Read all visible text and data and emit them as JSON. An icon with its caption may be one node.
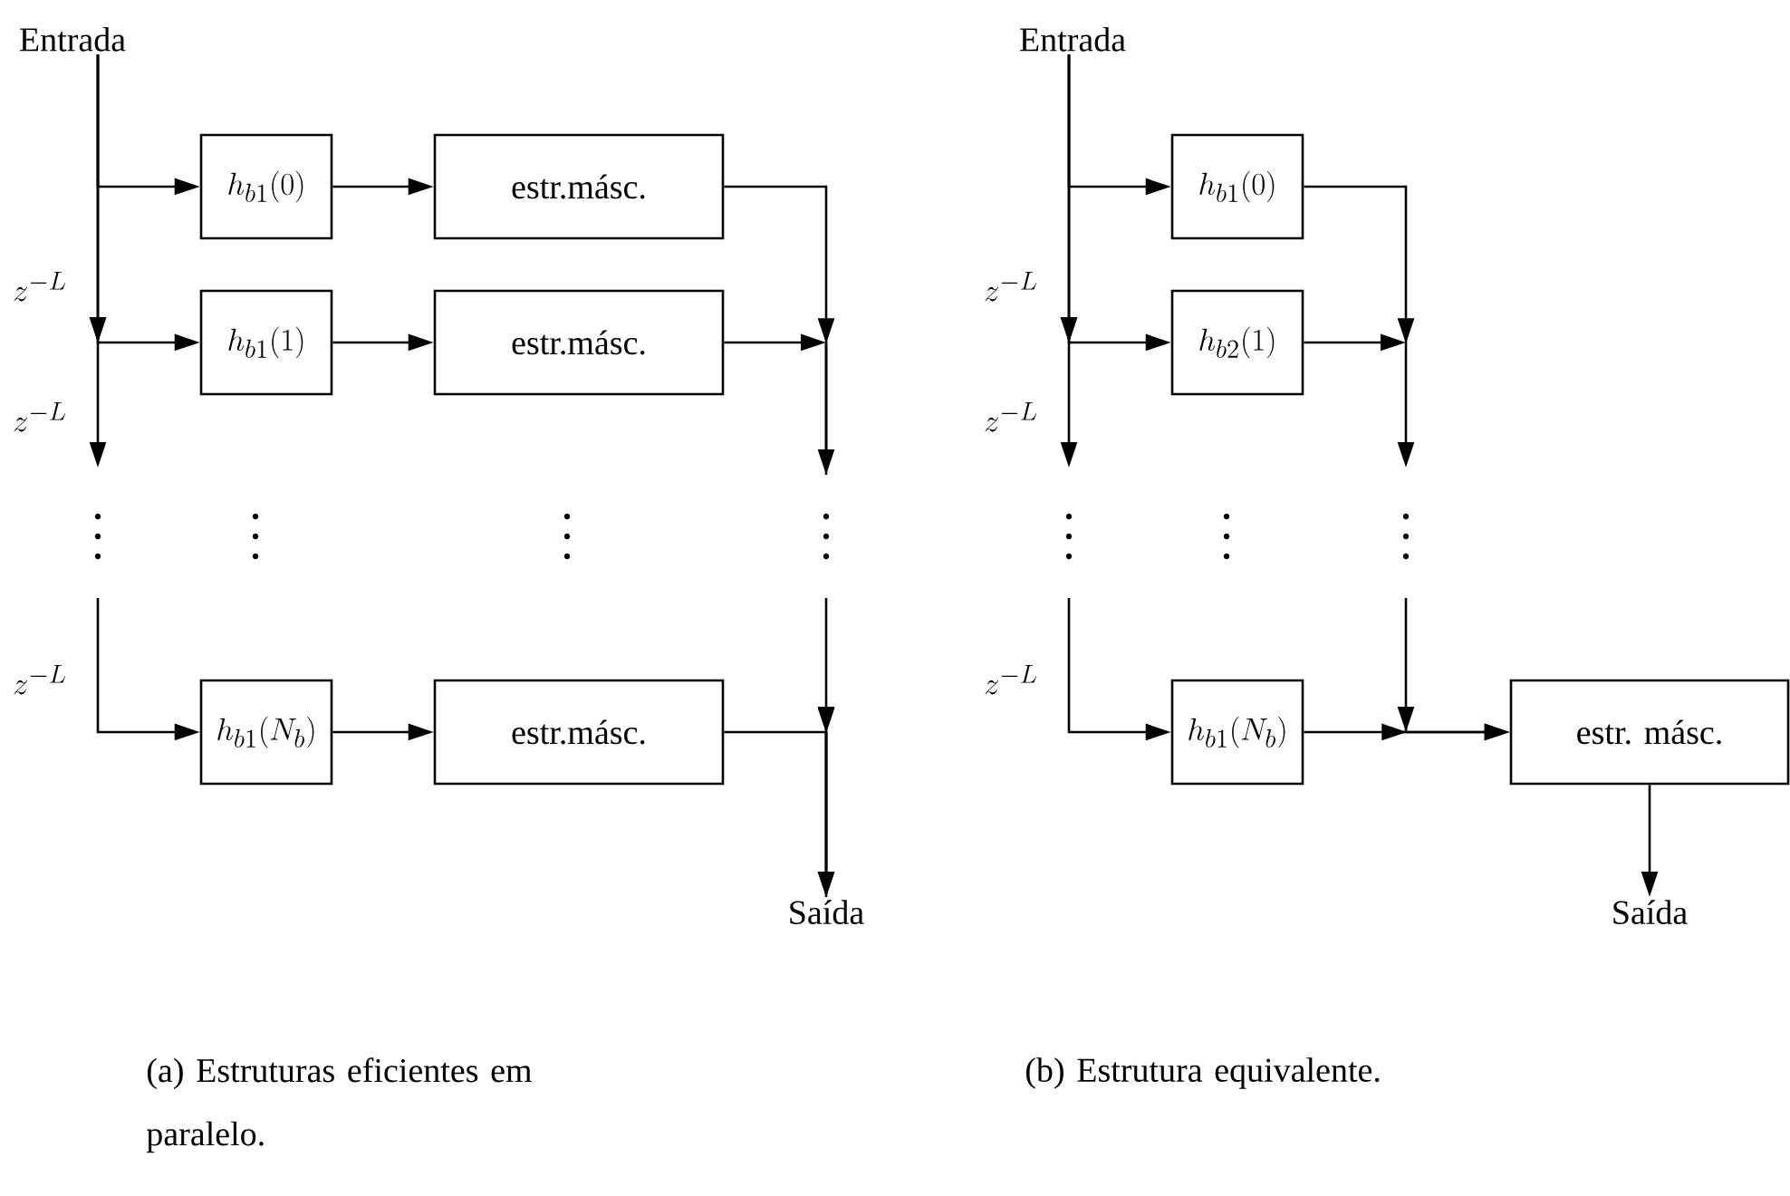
{
  "diagram": {
    "nodes": [
      {
        "text": [
          "Entrada"
        ]
      },
      {
        "text": [
          "h_{b1}(0)"
        ]
      },
      {
        "text": [
          "estr.másc."
        ]
      },
      {
        "text": [
          "h_{b1}(1)"
        ]
      },
      {
        "text": [
          "estr.másc."
        ]
      },
      {
        "text": [
          "h_{b1}(N_b)"
        ]
      },
      {
        "text": [
          "estr.másc."
        ]
      },
      {
        "text": [
          "Saída"
        ]
      },
      {
        "text": [
          "Entrada"
        ]
      },
      {
        "text": [
          "h_{b1}(0)"
        ]
      },
      {
        "text": [
          "h_{b2}(1)"
        ]
      },
      {
        "text": [
          "h_{b1}(N_b)"
        ]
      },
      {
        "text": [
          "estr. másc."
        ]
      },
      {
        "text": [
          "Saída"
        ]
      }
    ],
    "edges": [
      {
        "from": 0,
        "to": 1,
        "arrow": "to"
      },
      {
        "from": 0,
        "to": 3,
        "arrow": "to"
      },
      {
        "from": 0,
        "to": null,
        "arrow": "to"
      },
      {
        "from": null,
        "to": 5,
        "arrow": "to"
      },
      {
        "from": 1,
        "to": 2,
        "arrow": "to"
      },
      {
        "from": 3,
        "to": 4,
        "arrow": "to"
      },
      {
        "from": 5,
        "to": 6,
        "arrow": "to"
      },
      {
        "from": 2,
        "to": null,
        "arrow": "to"
      },
      {
        "from": 4,
        "to": null,
        "arrow": "to"
      },
      {
        "from": null,
        "to": 7,
        "arrow": "to"
      },
      {
        "from": 6,
        "to": 7,
        "arrow": "to"
      },
      {
        "from": 8,
        "to": 9,
        "arrow": "to"
      },
      {
        "from": 8,
        "to": 10,
        "arrow": "to"
      },
      {
        "from": 8,
        "to": null,
        "arrow": "to"
      },
      {
        "from": null,
        "to": 11,
        "arrow": "to"
      },
      {
        "from": 9,
        "to": null,
        "arrow": "to"
      },
      {
        "from": 10,
        "to": null,
        "arrow": "to"
      },
      {
        "from": null,
        "to": 12,
        "arrow": "to"
      },
      {
        "from": 11,
        "to": 12,
        "arrow": "to"
      },
      {
        "from": 12,
        "to": 13,
        "arrow": "to"
      }
    ],
    "labels": [
      "z^{-L}",
      "z^{-L}",
      "z^{-L}",
      "(a) Estruturas eficientes em paralelo.",
      "z^{-L}",
      "z^{-L}",
      "z^{-L}",
      "(b) Estrutura equivalente."
    ]
  }
}
